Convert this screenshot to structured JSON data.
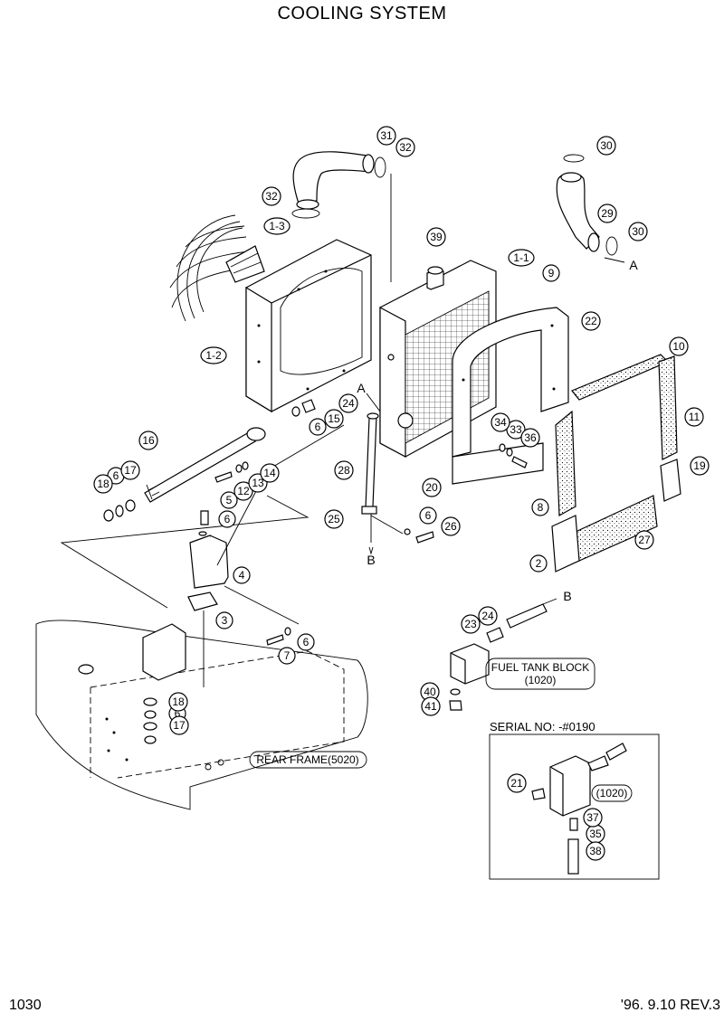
{
  "header": {
    "title": "COOLING SYSTEM"
  },
  "footer": {
    "page_number": "1030",
    "revision": "'96. 9.10  REV.3"
  },
  "callouts": {
    "c1_1": "1-1",
    "c1_2": "1-2",
    "c1_3": "1-3",
    "c2": "2",
    "c3": "3",
    "c4": "4",
    "c5": "5",
    "c6a": "6",
    "c6b": "6",
    "c6c": "6",
    "c6d": "6",
    "c6e": "6",
    "c6f": "6",
    "c7": "7",
    "c8": "8",
    "c9": "9",
    "c10": "10",
    "c11": "11",
    "c12": "12",
    "c13": "13",
    "c14": "14",
    "c15": "15",
    "c16": "16",
    "c17a": "17",
    "c17b": "17",
    "c18a": "18",
    "c18b": "18",
    "c19": "19",
    "c20": "20",
    "c21": "21",
    "c22": "22",
    "c23": "23",
    "c24a": "24",
    "c24b": "24",
    "c25": "25",
    "c26": "26",
    "c27": "27",
    "c28": "28",
    "c29": "29",
    "c30a": "30",
    "c30b": "30",
    "c31": "31",
    "c32a": "32",
    "c32b": "32",
    "c33": "33",
    "c34": "34",
    "c35": "35",
    "c36": "36",
    "c37": "37",
    "c38": "38",
    "c39": "39",
    "c40": "40",
    "c41": "41"
  },
  "refs": {
    "a_top": "A",
    "a_mid": "A",
    "b_down": "B",
    "b_right": "B"
  },
  "labels": {
    "fuel_tank_block_line1": "FUEL TANK BLOCK",
    "fuel_tank_block_line2": "(1020)",
    "rear_frame": "REAR FRAME(5020)",
    "serial_no": "SERIAL NO: -#0190",
    "inset_block_ref": "(1020)"
  }
}
